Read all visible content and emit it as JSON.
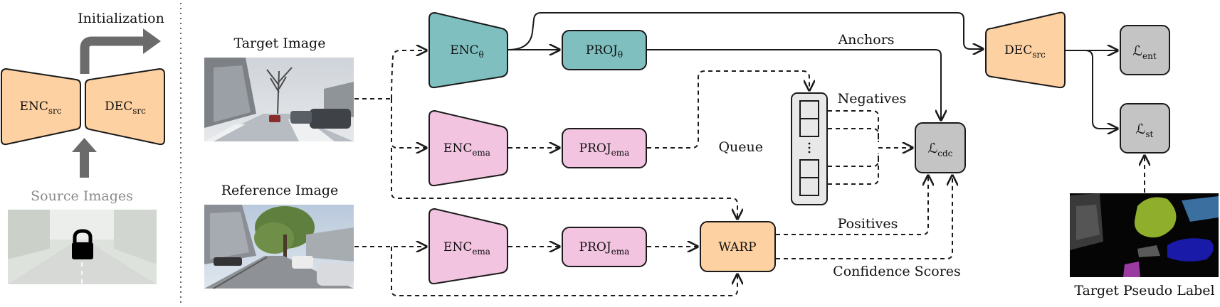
{
  "colors": {
    "teal": "#7fbfbf",
    "pink": "#f2c4e0",
    "orange": "#fdd1a1",
    "gray_box": "#c4c4c4",
    "stroke": "#1a1a1a"
  },
  "left": {
    "init_label": "Initialization",
    "enc_src": "ENC",
    "enc_src_sub": "src",
    "dec_src": "DEC",
    "dec_src_sub": "src",
    "source_images_label": "Source Images"
  },
  "main": {
    "target_image_label": "Target Image",
    "reference_image_label": "Reference Image",
    "enc_theta": "ENC",
    "enc_theta_sub": "θ",
    "proj_theta": "PROJ",
    "proj_theta_sub": "θ",
    "enc_ema_1": "ENC",
    "enc_ema_1_sub": "ema",
    "proj_ema_1": "PROJ",
    "proj_ema_1_sub": "ema",
    "enc_ema_2": "ENC",
    "enc_ema_2_sub": "ema",
    "proj_ema_2": "PROJ",
    "proj_ema_2_sub": "ema",
    "warp": "WARP",
    "queue_label": "Queue",
    "anchors_label": "Anchors",
    "negatives_label": "Negatives",
    "positives_label": "Positives",
    "confidence_label": "Confidence Scores",
    "loss_cdc": "ℒ",
    "loss_cdc_sub": "cdc"
  },
  "right": {
    "dec_src": "DEC",
    "dec_src_sub": "src",
    "loss_ent": "ℒ",
    "loss_ent_sub": "ent",
    "loss_st": "ℒ",
    "loss_st_sub": "st",
    "pseudo_label_caption": "Target Pseudo Label"
  }
}
